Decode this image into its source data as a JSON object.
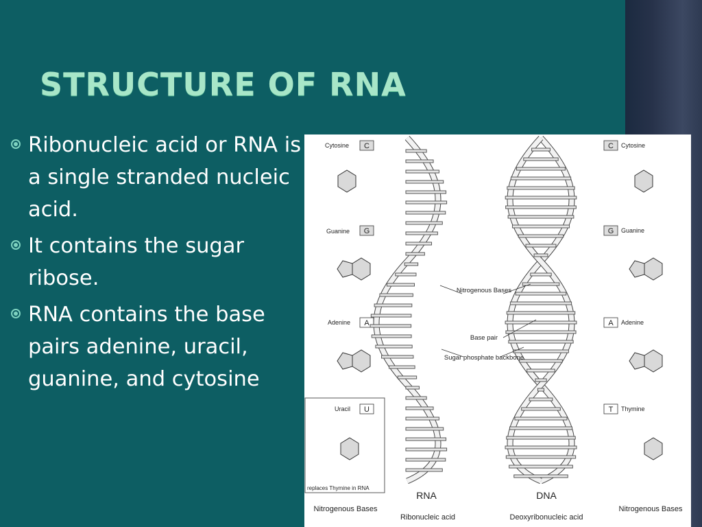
{
  "slide": {
    "title": "Structure of RNA",
    "bullets": [
      "Ribonucleic acid or RNA is a single stranded nucleic acid.",
      "It contains the sugar ribose.",
      "RNA contains the base pairs adenine, uracil, guanine, and cytosine"
    ]
  },
  "figure": {
    "left_bases": [
      {
        "name": "Cytosine",
        "letter": "C"
      },
      {
        "name": "Guanine",
        "letter": "G"
      },
      {
        "name": "Adenine",
        "letter": "A"
      },
      {
        "name": "Uracil",
        "letter": "U"
      }
    ],
    "right_bases": [
      {
        "name": "Cytosine",
        "letter": "C"
      },
      {
        "name": "Guanine",
        "letter": "G"
      },
      {
        "name": "Adenine",
        "letter": "A"
      },
      {
        "name": "Thymine",
        "letter": "T"
      }
    ],
    "uracil_note": "replaces Thymine in RNA",
    "labels": {
      "nitrogenous_bases": "Nitrogenous Bases",
      "base_pair": "Base pair",
      "sugar_backbone": "Sugar phosphate backbone"
    },
    "molecules": {
      "rna": "RNA",
      "rna_full": "Ribonucleic acid",
      "dna": "DNA",
      "dna_full": "Deoxyribonucleic acid"
    },
    "bottom_left": "Nitrogenous Bases",
    "bottom_right": "Nitrogenous Bases"
  }
}
